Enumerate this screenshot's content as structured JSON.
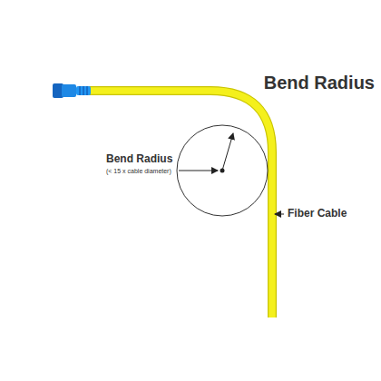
{
  "diagram": {
    "title": "Bend Radius",
    "labels": [
      "Bend Radius",
      "(< 15 x cable diameter)",
      "Fiber Cable"
    ]
  }
}
